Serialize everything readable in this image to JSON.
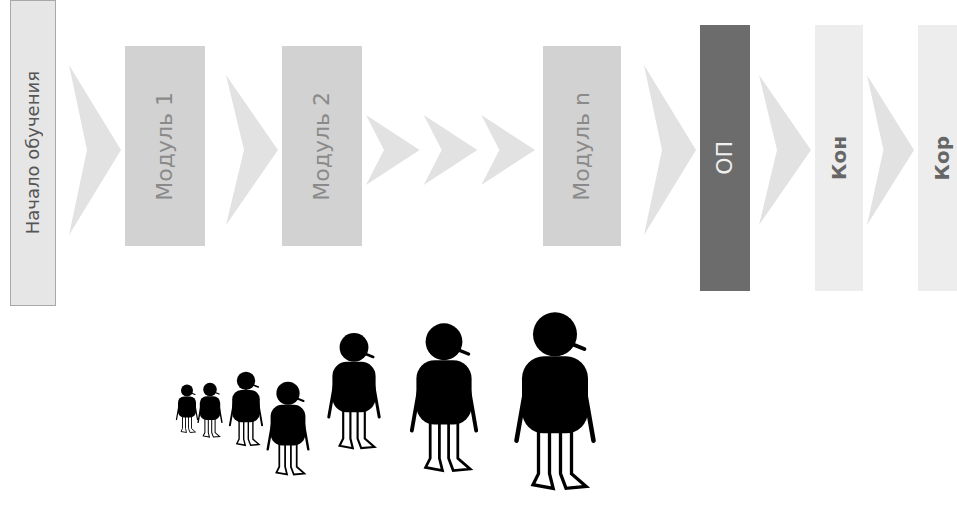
{
  "diagram": {
    "nodes": [
      {
        "text": [
          "Начало обучения"
        ]
      },
      {
        "text": [
          "Модуль 1"
        ]
      },
      {
        "text": [
          "Модуль 2"
        ]
      },
      {
        "text": [
          "Модуль n"
        ]
      },
      {
        "text": [
          "ОП"
        ]
      },
      {
        "text": [
          "Кон"
        ]
      },
      {
        "text": [
          "Кор"
        ]
      }
    ],
    "edges": [
      {
        "from": 0,
        "to": 1,
        "arrow": "to"
      },
      {
        "from": 1,
        "to": 2,
        "arrow": "to"
      },
      {
        "from": 2,
        "to": 3,
        "arrow": "to"
      },
      {
        "from": 3,
        "to": 4,
        "arrow": "to"
      },
      {
        "from": 4,
        "to": 5,
        "arrow": "to"
      },
      {
        "from": 5,
        "to": 6,
        "arrow": "to"
      }
    ]
  }
}
